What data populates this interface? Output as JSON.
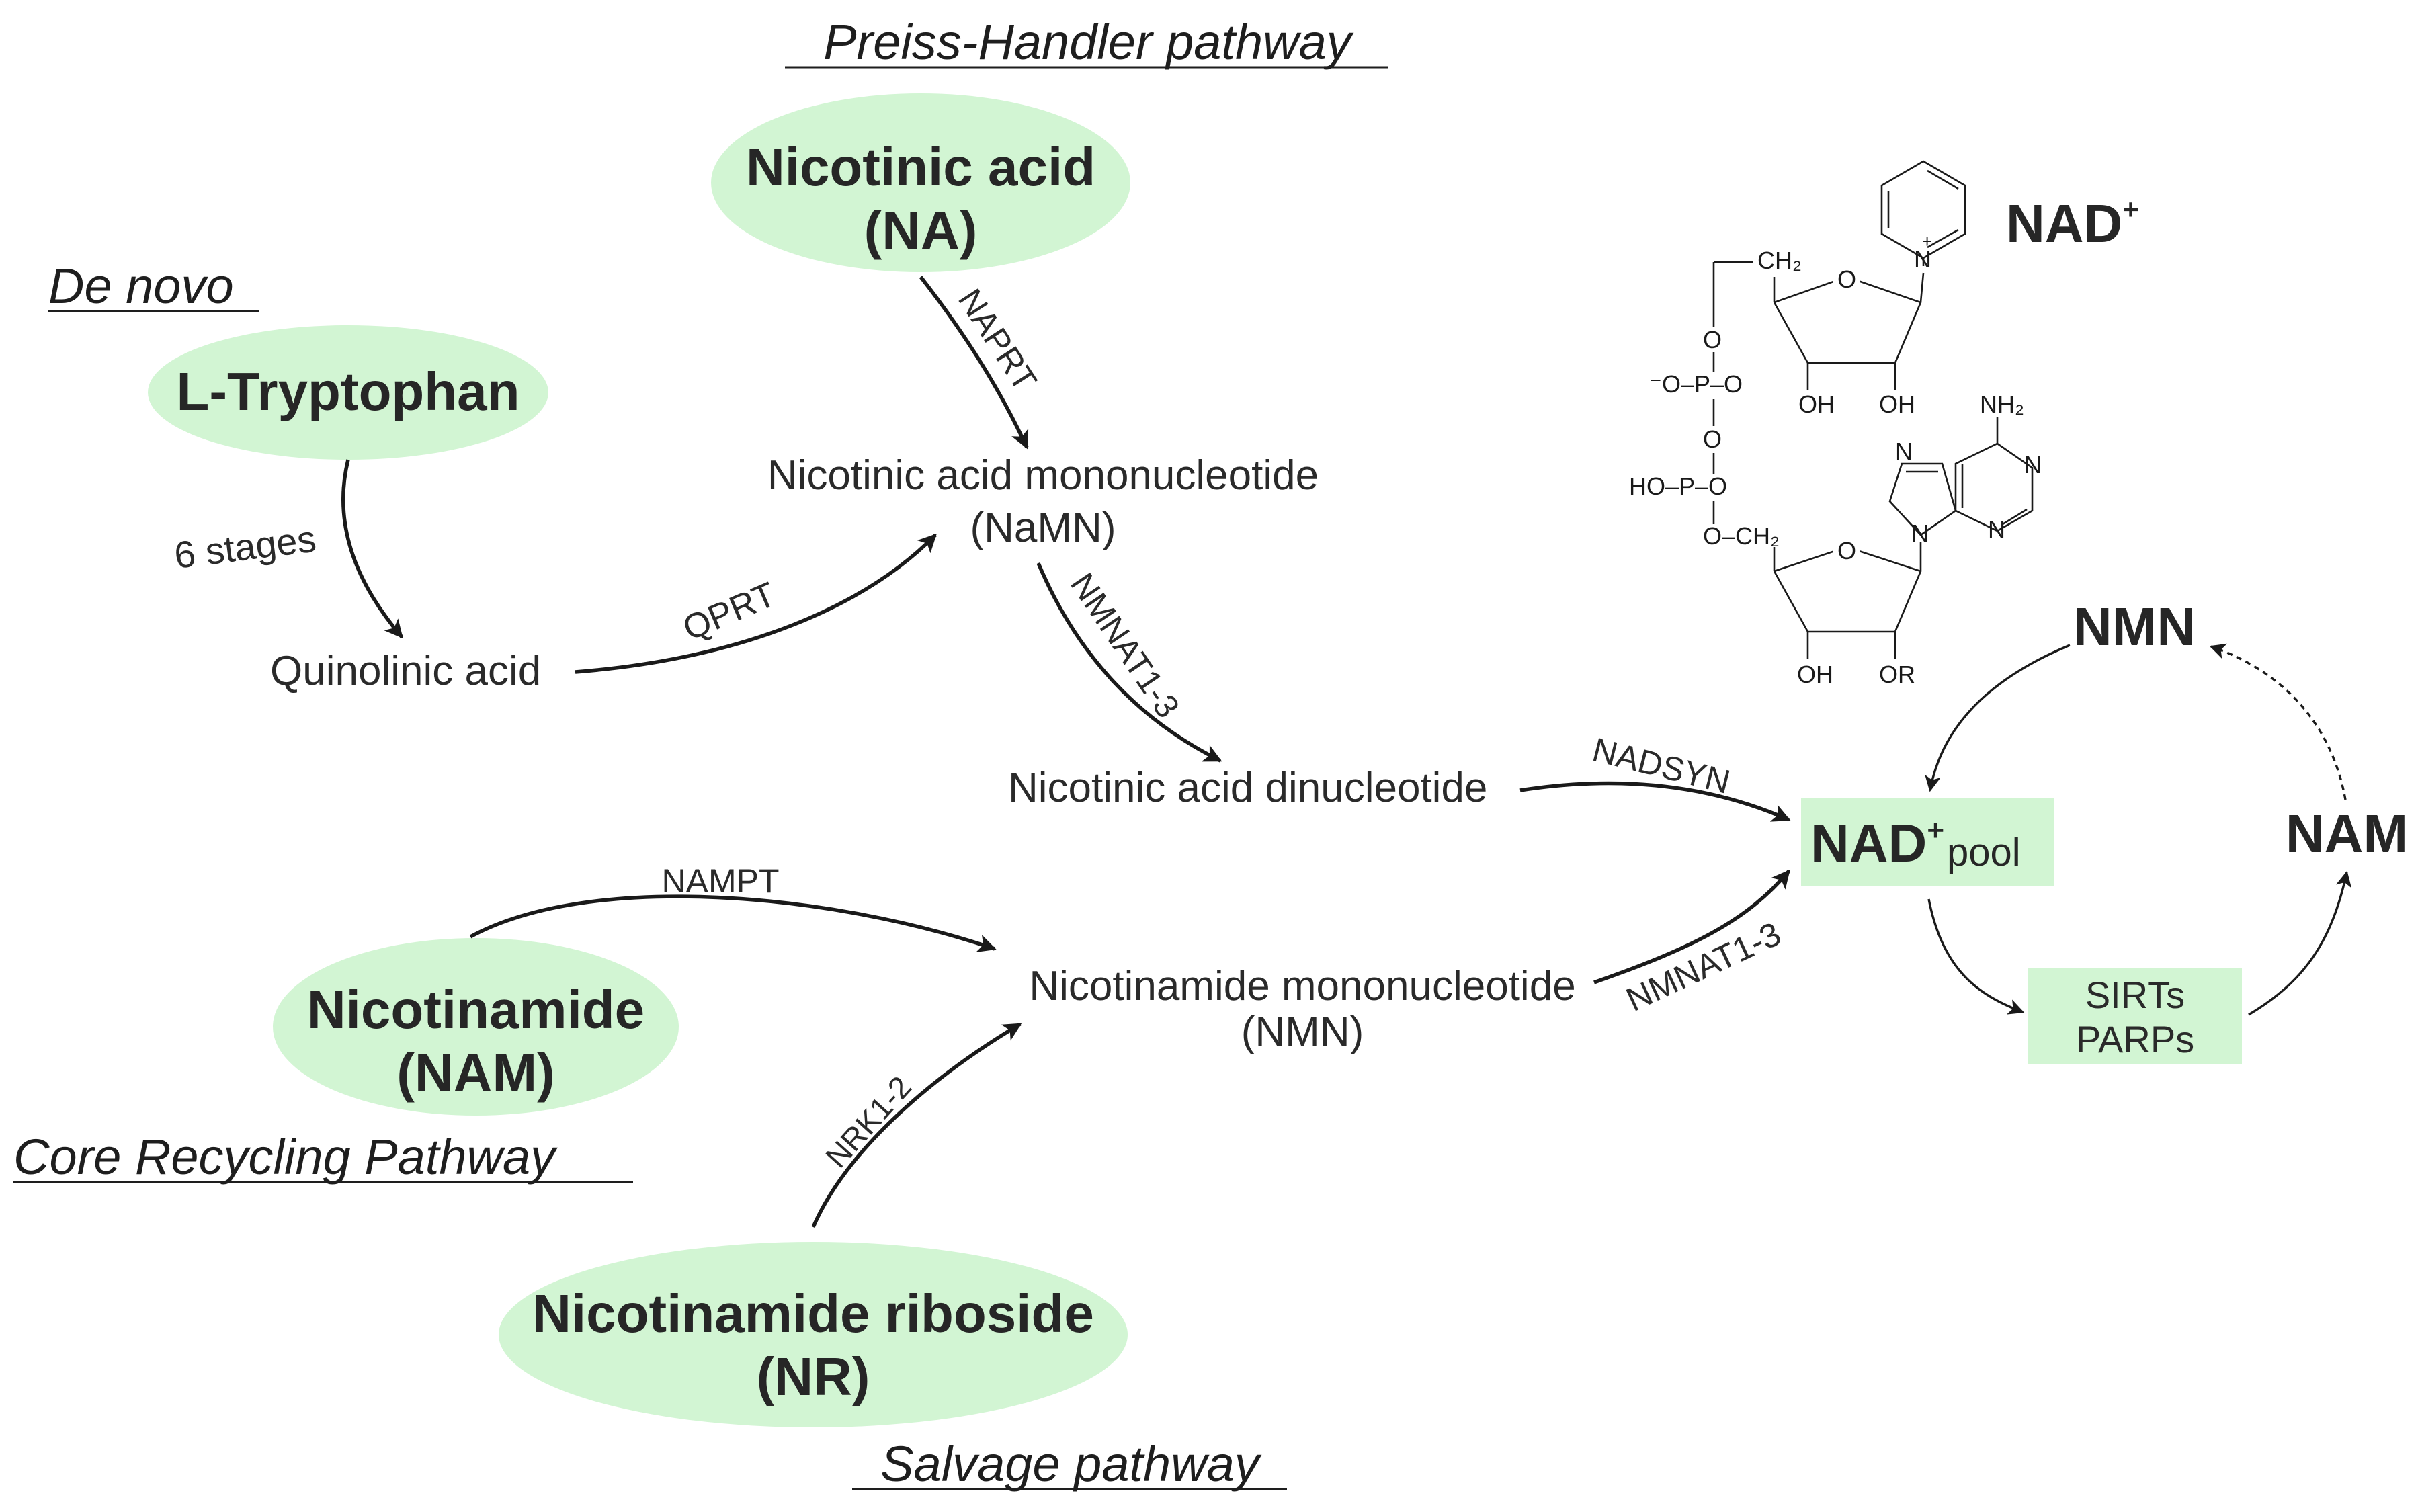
{
  "pathways": {
    "preiss_handler": "Preiss-Handler pathway",
    "de_novo": "De novo",
    "core_recycling": "Core Recycling Pathway",
    "salvage": "Salvage pathway"
  },
  "nodes": {
    "na_line1": "Nicotinic acid",
    "na_line2": "(NA)",
    "trp": "L-Tryptophan",
    "nam_line1": "Nicotinamide",
    "nam_line2": "(NAM)",
    "nr_line1": "Nicotinamide riboside",
    "nr_line2": "(NR)"
  },
  "intermediates": {
    "namn_line1": "Nicotinic acid mononucleotide",
    "namn_line2": "(NaMN)",
    "quinolinic": "Quinolinic acid",
    "naad": "Nicotinic acid dinucleotide",
    "nmn_line1": "Nicotinamide mononucleotide",
    "nmn_line2": "(NMN)"
  },
  "enzymes": {
    "naprt": "NAPRT",
    "qprt": "QPRT",
    "six_stages": "6 stages",
    "nmnat_upper": "NMNAT1-3",
    "nadsyn": "NADSYN",
    "nampt": "NAMPT",
    "nmnat_lower": "NMNAT1-3",
    "nrk": "NRK1-2"
  },
  "cycle": {
    "pool_main": "NAD",
    "pool_sup": "+",
    "pool_suffix": "pool",
    "sirts": "SIRTs",
    "parps": "PARPs",
    "nmn": "NMN",
    "nam": "NAM"
  },
  "structure": {
    "title_main": "NAD",
    "title_sup": "+",
    "ch2_top": "CH₂",
    "ch2_bottom": "O–CH₂",
    "o_ring_top": "O",
    "o_ring_bottom": "O",
    "n_plus": "N",
    "plus": "+",
    "o_link": "O",
    "o_minus_p": "⁻O–P–O",
    "o_bridge": "O",
    "ho_p": "HO–P–O",
    "oh1": "OH",
    "oh2": "OH",
    "oh3": "OH",
    "or": "OR",
    "nh2": "NH₂",
    "n1": "N",
    "n2": "N",
    "n3": "N",
    "n4": "N"
  },
  "colors": {
    "node_fill": "#d2f5d3",
    "ink": "#1a1a1a"
  }
}
